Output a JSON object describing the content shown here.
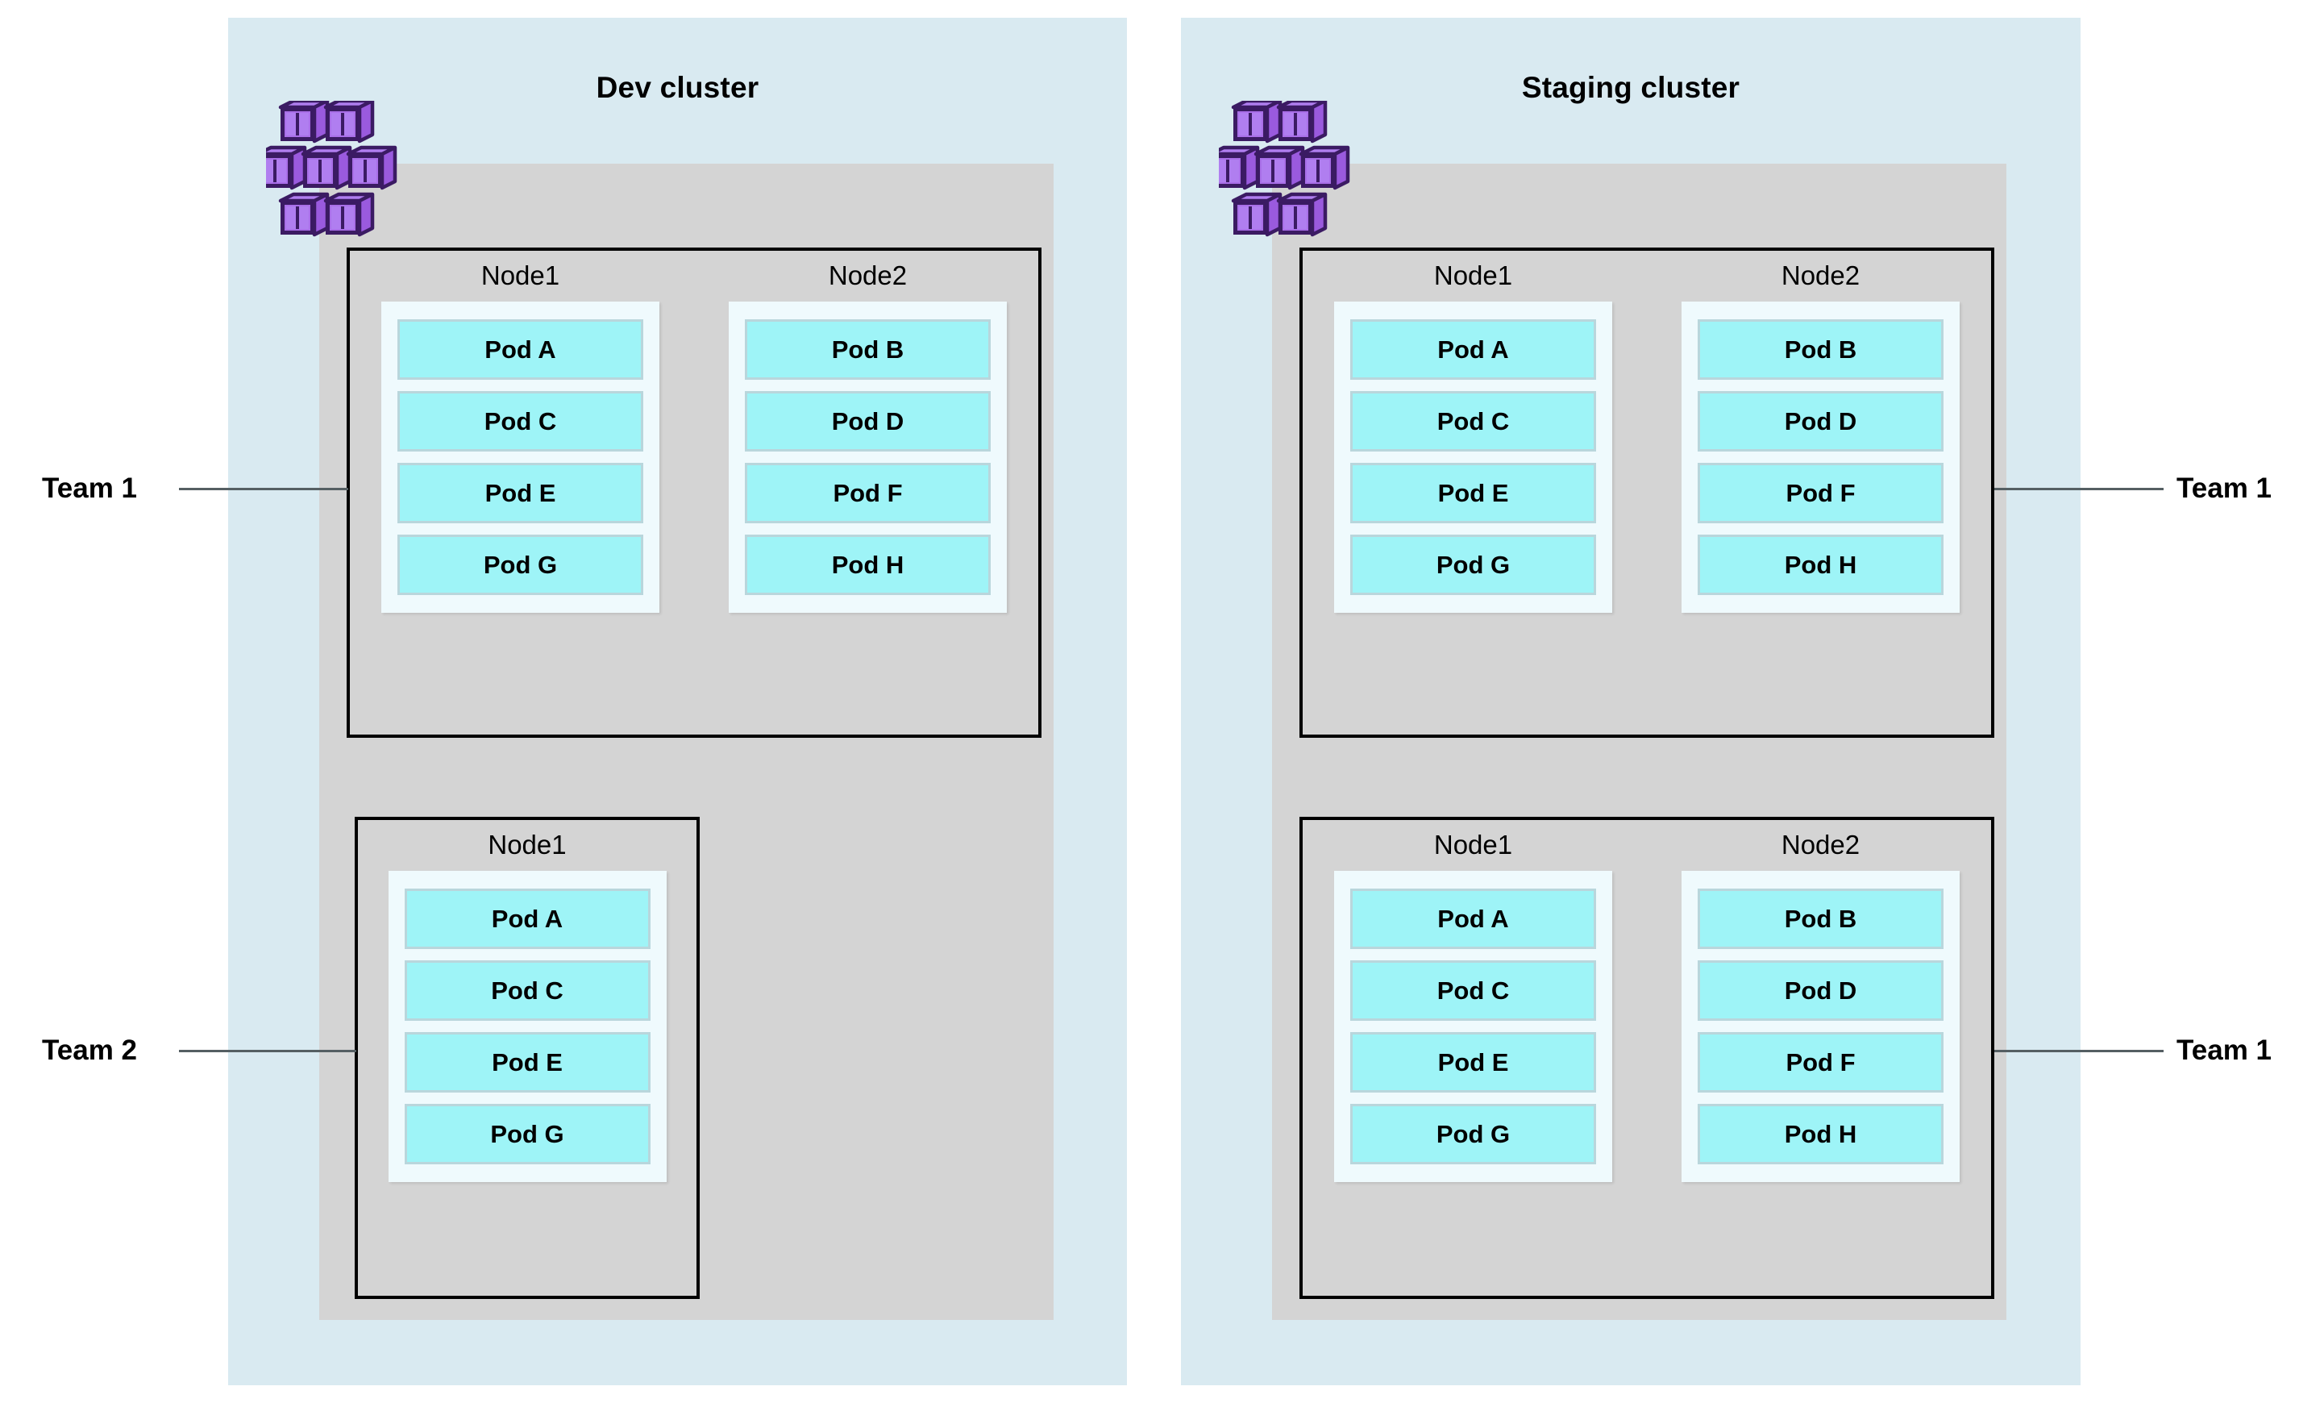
{
  "diagram": {
    "title_semantic": "multi-cluster-team-pod-placement",
    "colors": {
      "panel_bg": "#d9eaf1",
      "cluster_bg": "#d4d4d4",
      "node_border": "#000000",
      "pod_container_bg": "#effafd",
      "pod_fill": "#9ef4f7",
      "pod_border": "#b9d6dc",
      "leader_line": "#555f63",
      "icon_purple_light": "#a96fe8",
      "icon_purple_mid": "#9a5ade",
      "icon_purple_dark": "#3b1b63",
      "text": "#000000"
    }
  },
  "clusters": [
    {
      "id": "dev",
      "title": "Dev cluster",
      "icon": "container-cluster-icon",
      "node_groups": [
        {
          "id": "dev-top",
          "team": "Team 1",
          "team_side": "left",
          "nodes": [
            {
              "label": "Node1",
              "pods": [
                "Pod A",
                "Pod C",
                "Pod E",
                "Pod G"
              ]
            },
            {
              "label": "Node2",
              "pods": [
                "Pod B",
                "Pod D",
                "Pod F",
                "Pod H"
              ]
            }
          ]
        },
        {
          "id": "dev-bottom",
          "team": "Team 2",
          "team_side": "left",
          "nodes": [
            {
              "label": "Node1",
              "pods": [
                "Pod A",
                "Pod C",
                "Pod E",
                "Pod G"
              ]
            }
          ]
        }
      ]
    },
    {
      "id": "staging",
      "title": "Staging cluster",
      "icon": "container-cluster-icon",
      "node_groups": [
        {
          "id": "staging-top",
          "team": "Team 1",
          "team_side": "right",
          "nodes": [
            {
              "label": "Node1",
              "pods": [
                "Pod A",
                "Pod C",
                "Pod E",
                "Pod G"
              ]
            },
            {
              "label": "Node2",
              "pods": [
                "Pod B",
                "Pod D",
                "Pod F",
                "Pod H"
              ]
            }
          ]
        },
        {
          "id": "staging-bottom",
          "team": "Team 1",
          "team_side": "right",
          "nodes": [
            {
              "label": "Node1",
              "pods": [
                "Pod A",
                "Pod C",
                "Pod E",
                "Pod G"
              ]
            },
            {
              "label": "Node2",
              "pods": [
                "Pod B",
                "Pod D",
                "Pod F",
                "Pod H"
              ]
            }
          ]
        }
      ]
    }
  ]
}
